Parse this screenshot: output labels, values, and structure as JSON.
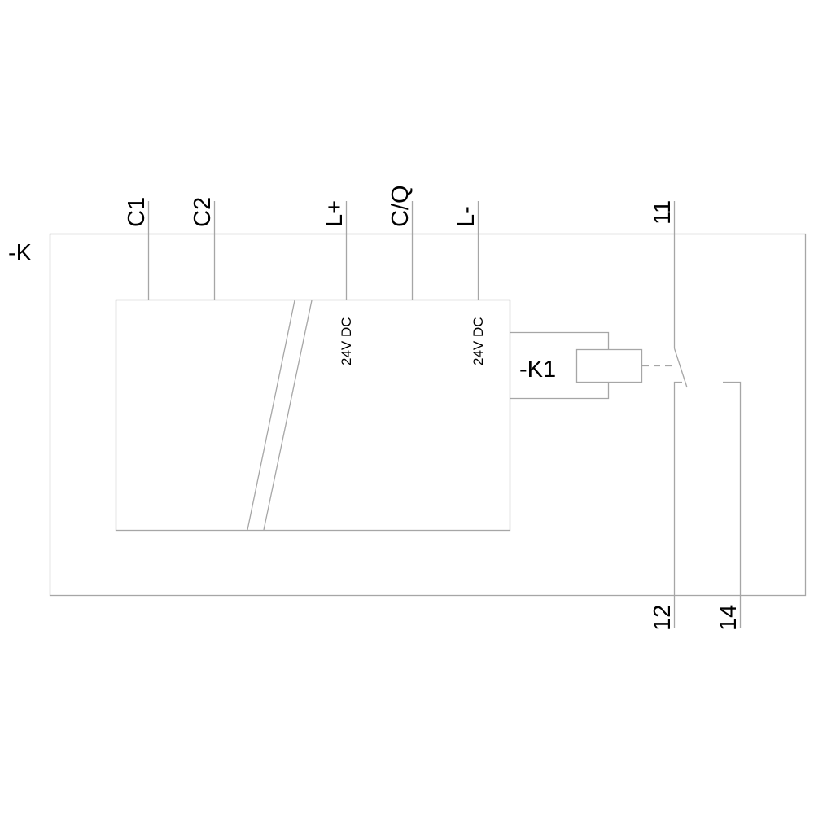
{
  "diagram": {
    "device_label": "-K",
    "relay_label": "-K1",
    "terminals_top": [
      {
        "id": "C1",
        "label": "C1"
      },
      {
        "id": "C2",
        "label": "C2"
      },
      {
        "id": "L+",
        "label": "L+"
      },
      {
        "id": "C/Q",
        "label": "C/Q"
      },
      {
        "id": "L-",
        "label": "L-"
      },
      {
        "id": "11",
        "label": "11"
      }
    ],
    "terminals_bottom": [
      {
        "id": "12",
        "label": "12"
      },
      {
        "id": "14",
        "label": "14"
      }
    ],
    "supply_annotations": [
      {
        "terminal": "L+",
        "label": "24V DC"
      },
      {
        "terminal": "L-",
        "label": "24V DC"
      }
    ],
    "colors": {
      "line": "#a6a6a6",
      "text": "#000000",
      "background": "#ffffff"
    }
  }
}
